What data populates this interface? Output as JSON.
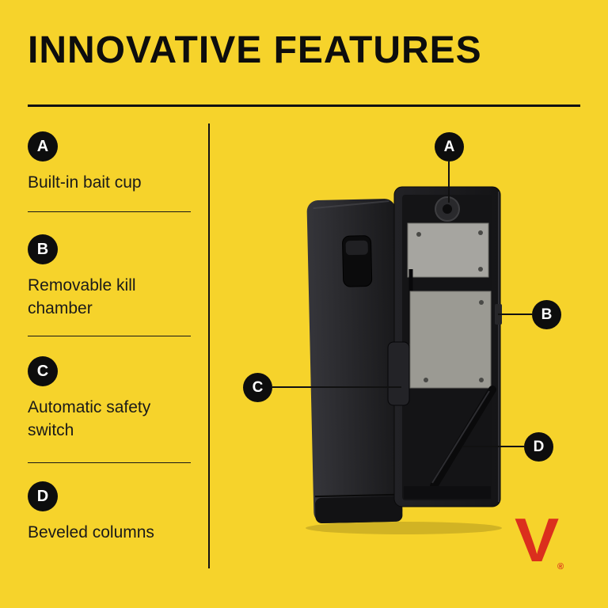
{
  "page": {
    "title": "INNOVATIVE FEATURES"
  },
  "features": [
    {
      "label": "A",
      "text": "Built-in bait cup"
    },
    {
      "label": "B",
      "text": "Removable kill chamber"
    },
    {
      "label": "C",
      "text": "Automatic safety switch"
    },
    {
      "label": "D",
      "text": "Beveled columns"
    }
  ],
  "callouts": [
    {
      "label": "A"
    },
    {
      "label": "B"
    },
    {
      "label": "C"
    },
    {
      "label": "D"
    }
  ],
  "brand": {
    "logo_letter": "V",
    "registered_mark": "®",
    "logo_color": "#DB2F1D"
  },
  "colors": {
    "background": "#F6D32B",
    "text": "#1A1A1A",
    "badge": "#0D0D0D"
  }
}
